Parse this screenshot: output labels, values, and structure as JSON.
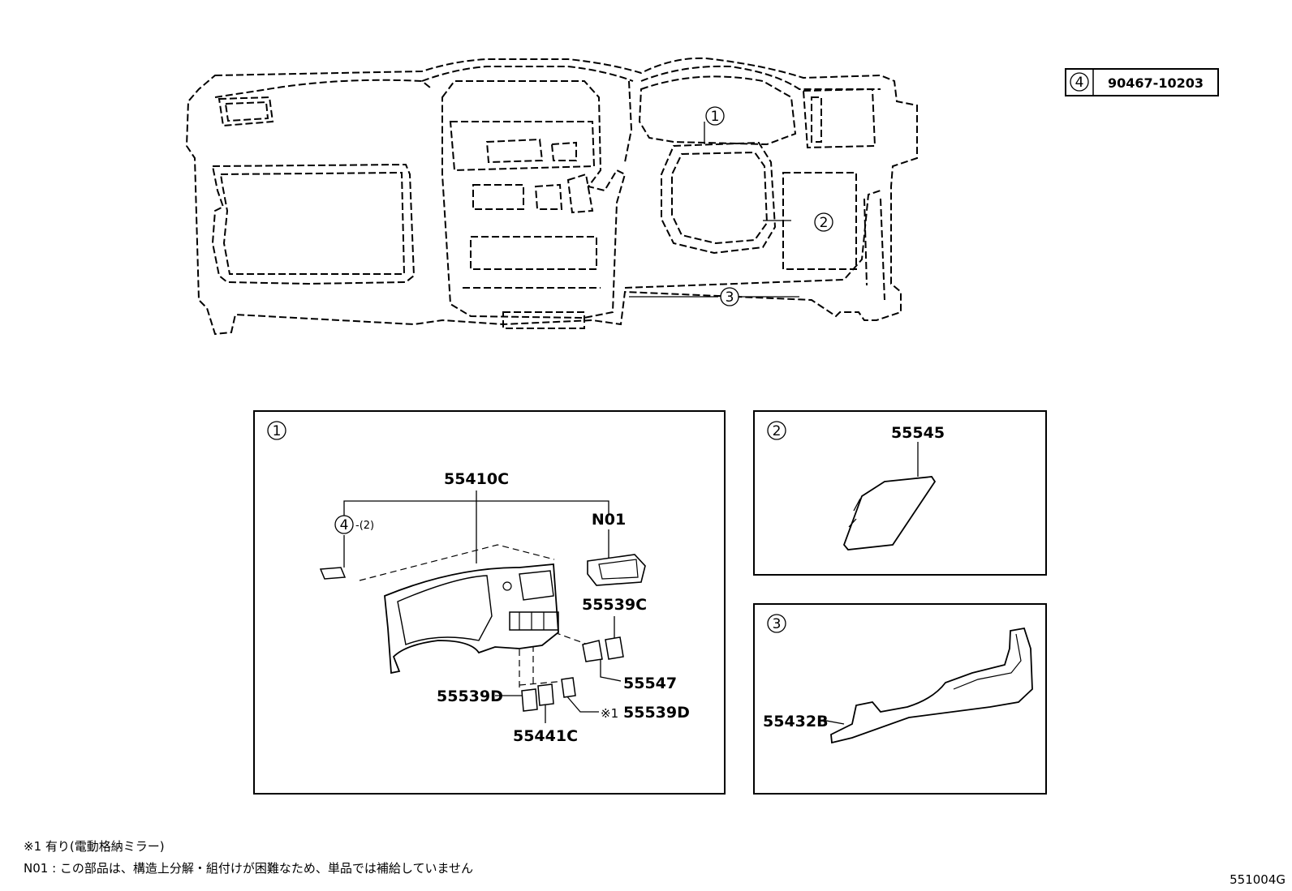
{
  "header": {
    "legend_marker": "4",
    "legend_part_number": "90467-10203"
  },
  "overview": {
    "callout_1": "1",
    "callout_2": "2",
    "callout_3": "3"
  },
  "panels": [
    {
      "marker": "1",
      "parts": {
        "p55410C": "55410C",
        "n01": "N01",
        "ref4": "4",
        "ref4_qty": "-(2)",
        "p55539C": "55539C",
        "p55547": "55547",
        "p55539D": "55539D",
        "p55441C": "55441C",
        "p55539D_alt_prefix": "※1",
        "p55539D_alt": "55539D"
      }
    },
    {
      "marker": "2",
      "parts": {
        "p55545": "55545"
      }
    },
    {
      "marker": "3",
      "parts": {
        "p55432B": "55432B"
      }
    }
  ],
  "notes": {
    "note1": "※1  有り(電動格納ミラー)",
    "note2": "N01 : この部品は、構造上分解・組付けが困難なため、単品では補給していません"
  },
  "figure_code": "551004G"
}
